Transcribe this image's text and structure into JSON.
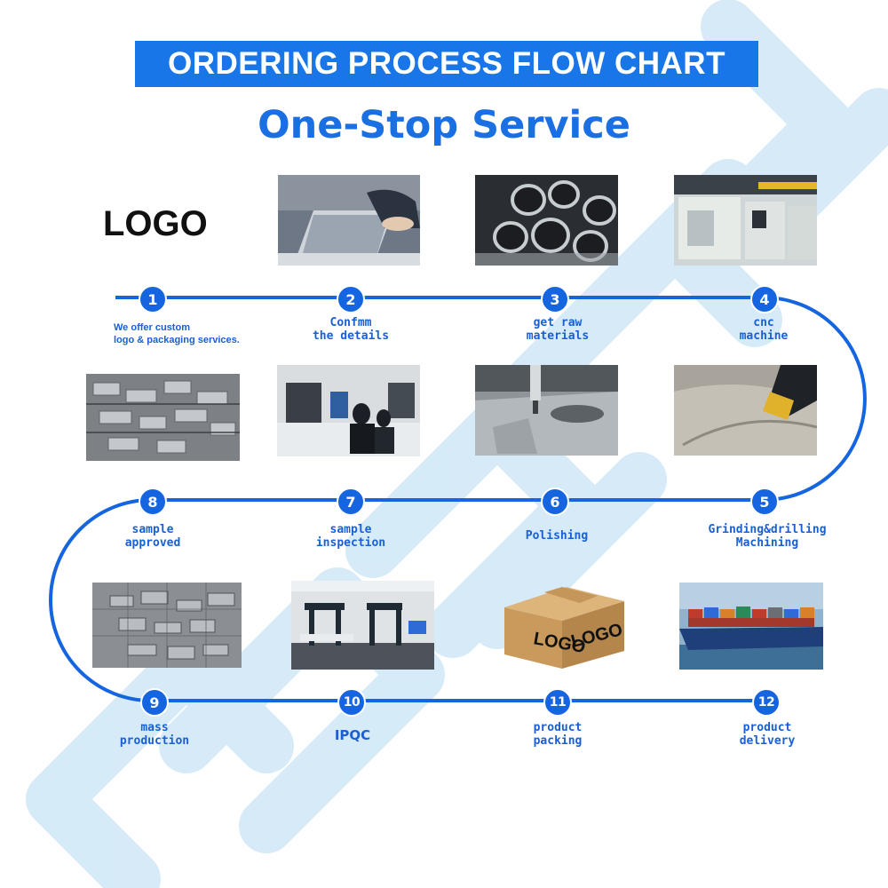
{
  "header": {
    "title": "ORDERING PROCESS FLOW CHART",
    "subtitle": "One-Stop Service"
  },
  "logo_placeholder": "LOGO",
  "box_logo_text": [
    "LOGO",
    "LOGO"
  ],
  "colors": {
    "accent": "#1976e8",
    "track": "#1565e0",
    "label": "#1a5fd4",
    "watermark": "#cfe7f7"
  },
  "steps": [
    {
      "number": "1",
      "label": "We offer custom\nlogo & packaging services."
    },
    {
      "number": "2",
      "label": "Confmm\nthe details"
    },
    {
      "number": "3",
      "label": "get raw\nmaterials"
    },
    {
      "number": "4",
      "label": "cnc\nmachine"
    },
    {
      "number": "5",
      "label": "Grinding&drilling\nMachining"
    },
    {
      "number": "6",
      "label": "Polishing"
    },
    {
      "number": "7",
      "label": "sample\ninspection"
    },
    {
      "number": "8",
      "label": "sample\napproved"
    },
    {
      "number": "9",
      "label": "mass\nproduction"
    },
    {
      "number": "10",
      "label": "IPQC"
    },
    {
      "number": "11",
      "label": "product\npacking"
    },
    {
      "number": "12",
      "label": "product\ndelivery"
    }
  ]
}
